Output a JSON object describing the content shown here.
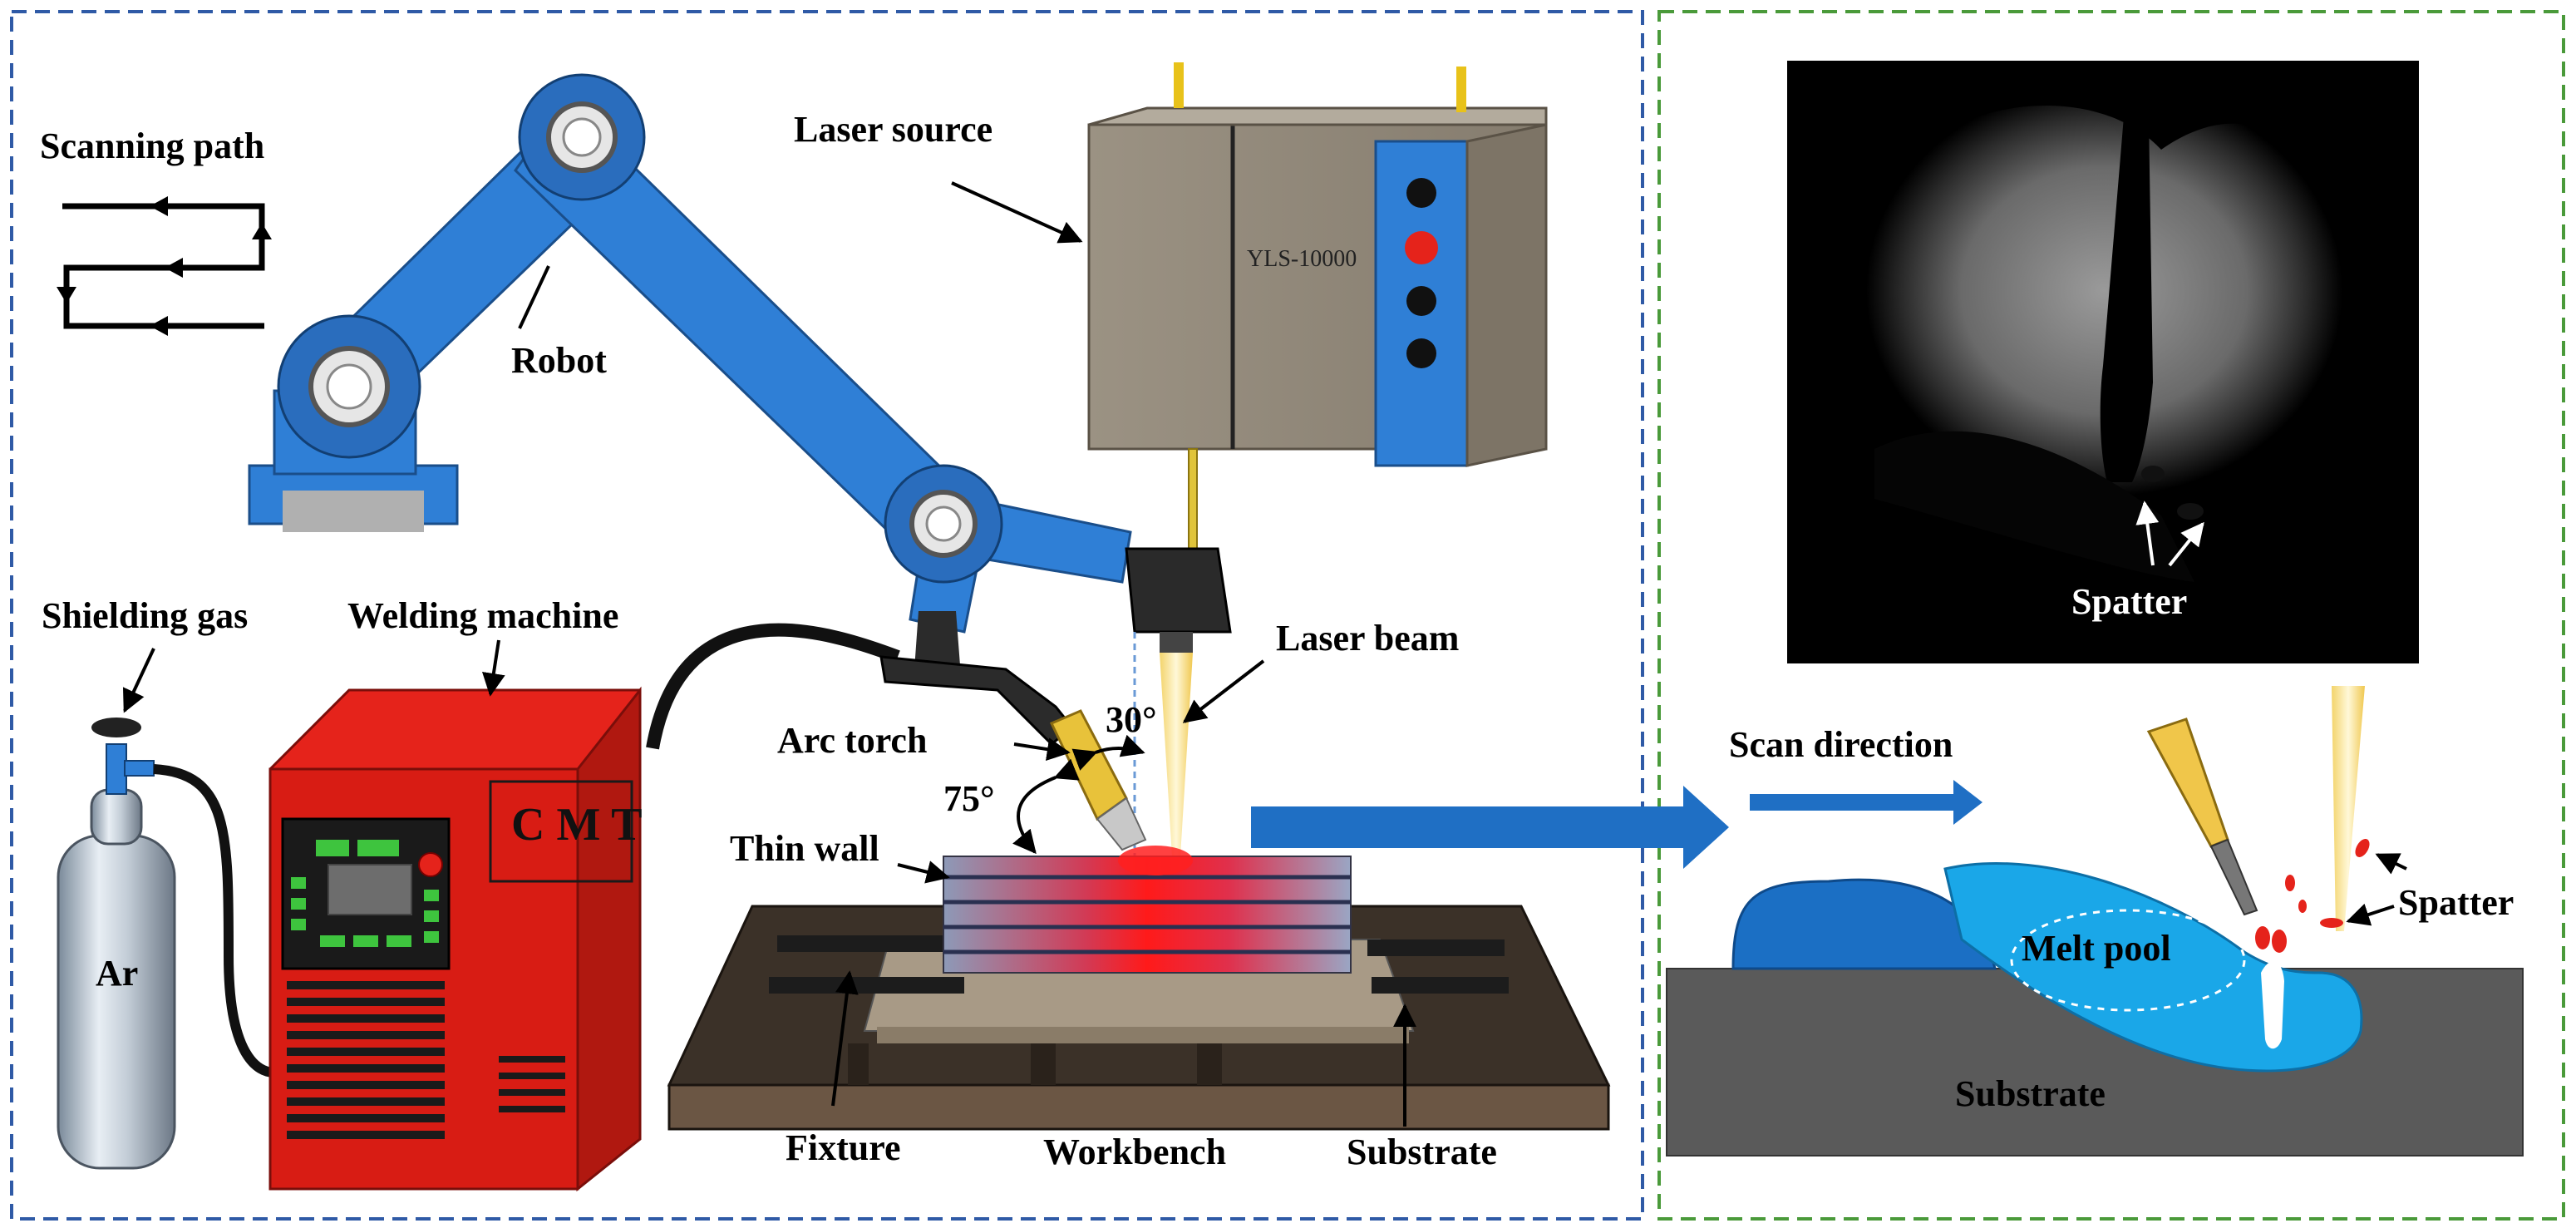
{
  "left_panel": {
    "scanning_path": "Scanning path",
    "robot": "Robot",
    "laser_source": "Laser source",
    "laser_model": "YLS-10000",
    "shielding_gas": "Shielding gas",
    "welding_machine": "Welding machine",
    "machine_brand": "C M T",
    "cylinder_label": "Ar",
    "laser_beam": "Laser beam",
    "arc_torch": "Arc torch",
    "angle_30": "30°",
    "angle_75": "75°",
    "thin_wall": "Thin wall",
    "fixture": "Fixture",
    "workbench": "Workbench",
    "substrate": "Substrate"
  },
  "right_panel": {
    "photo_spatter": "Spatter",
    "scan_direction": "Scan direction",
    "spatter": "Spatter",
    "melt_pool": "Melt pool",
    "substrate": "Substrate"
  },
  "colors": {
    "left_border": "#2f5aa6",
    "right_border": "#4a9a3a",
    "robot_blue": "#2f7fd6",
    "machine_red": "#e5231b",
    "melt_pool": "#1aa7e8",
    "flow_arrow": "#1f6fc4"
  }
}
